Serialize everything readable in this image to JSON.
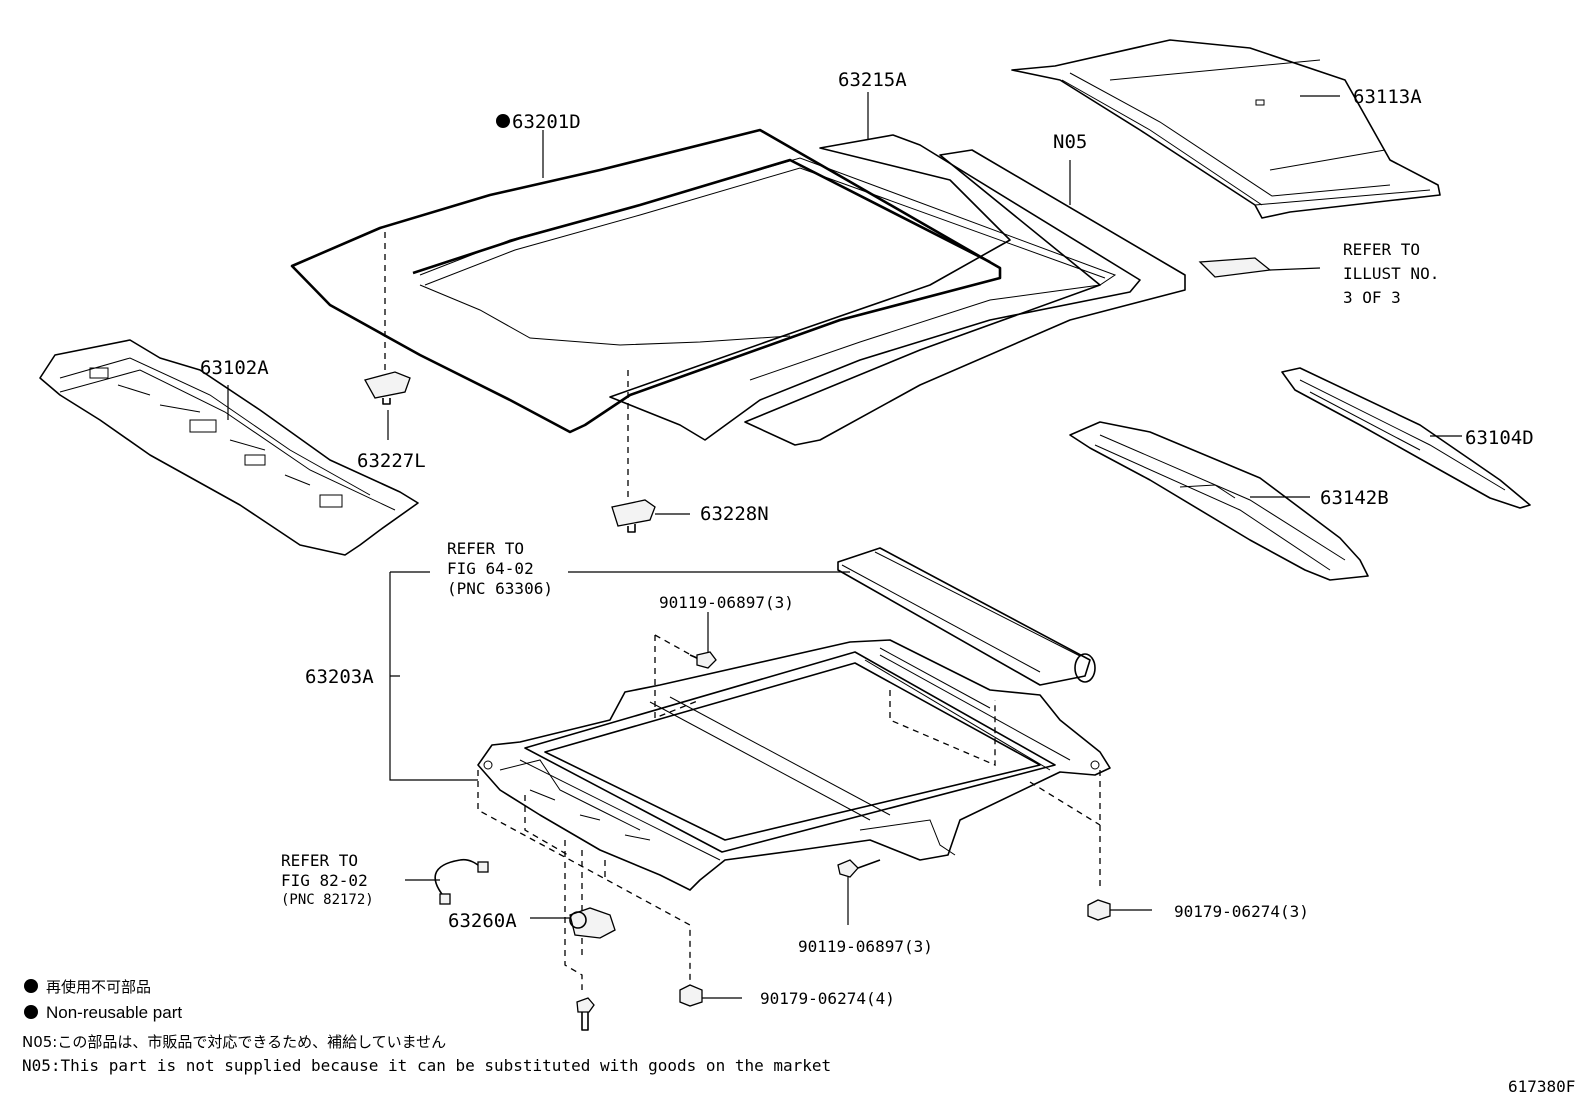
{
  "labels": {
    "p63201d": "63201D",
    "p63215a": "63215A",
    "n05": "N05",
    "p63113a": "63113A",
    "refer_illust_1": "REFER TO",
    "refer_illust_2": "ILLUST NO.",
    "refer_illust_3": "3 OF 3",
    "p63102a": "63102A",
    "p63227l": "63227L",
    "p63228n": "63228N",
    "p63104d": "63104D",
    "p63142b": "63142B",
    "refer_fig64_1": "REFER TO",
    "refer_fig64_2": "FIG 64-02",
    "refer_fig64_3": "(PNC 63306)",
    "bolt_top": "90119-06897(3)",
    "p63203a": "63203A",
    "refer_fig82_1": "REFER TO",
    "refer_fig82_2": "FIG 82-02",
    "refer_fig82_3": "(PNC 82172)",
    "p63260a": "63260A",
    "bolt_bottom": "90119-06897(3)",
    "nut_right": "90179-06274(3)",
    "nut_bottom": "90179-06274(4)"
  },
  "legend": {
    "jp_nonreusable": "再使用不可部品",
    "en_nonreusable": "Non-reusable part",
    "n05_jp": "N05:この部品は、市販品で対応できるため、補給していません",
    "n05_en": "N05:This part is not supplied because it can be substituted with goods on the market"
  },
  "figure_id": "617380F"
}
